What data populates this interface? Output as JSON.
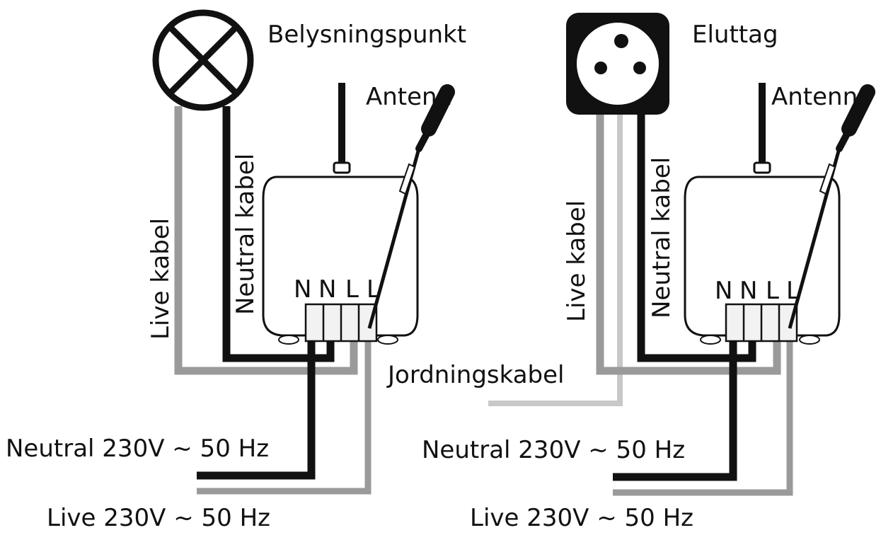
{
  "colors": {
    "ink": "#111111",
    "live_wire": "#9a9a9a",
    "earth_wire": "#c8c8c8",
    "module_fill": "#ffffff"
  },
  "icons": {
    "lamp": "lamp-symbol-icon",
    "socket": "power-socket-icon",
    "antenna": "antenna-icon",
    "screwdriver": "screwdriver-icon"
  },
  "left": {
    "load_label": "Belysningspunkt",
    "antenna_label": "Antenn",
    "live_cable_label": "Live kabel",
    "neutral_cable_label": "Neutral kabel",
    "terminals": [
      "N",
      "N",
      "L",
      "L"
    ],
    "neutral_supply": "Neutral 230V ~ 50 Hz",
    "live_supply": "Live 230V ~ 50 Hz"
  },
  "right": {
    "load_label": "Eluttag",
    "antenna_label": "Antenn",
    "live_cable_label": "Live kabel",
    "neutral_cable_label": "Neutral kabel",
    "terminals": [
      "N",
      "N",
      "L",
      "L"
    ],
    "earth_cable_label": "Jordningskabel",
    "neutral_supply": "Neutral 230V ~ 50 Hz",
    "live_supply": "Live 230V ~ 50 Hz"
  }
}
